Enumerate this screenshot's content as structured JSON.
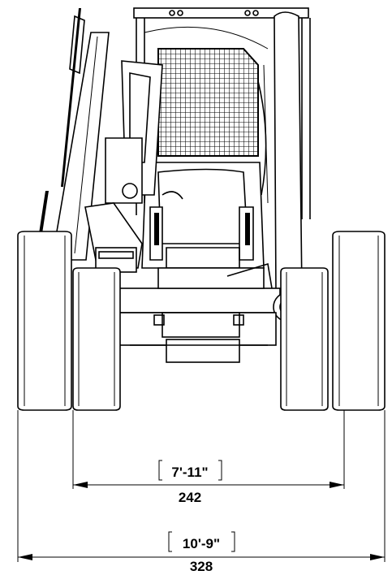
{
  "dimensions": {
    "inner": {
      "imperial": "7'-11\"",
      "metric": "242"
    },
    "outer": {
      "imperial": "10'-9\"",
      "metric": "328"
    }
  },
  "colors": {
    "line": "#000000",
    "background": "#ffffff"
  }
}
